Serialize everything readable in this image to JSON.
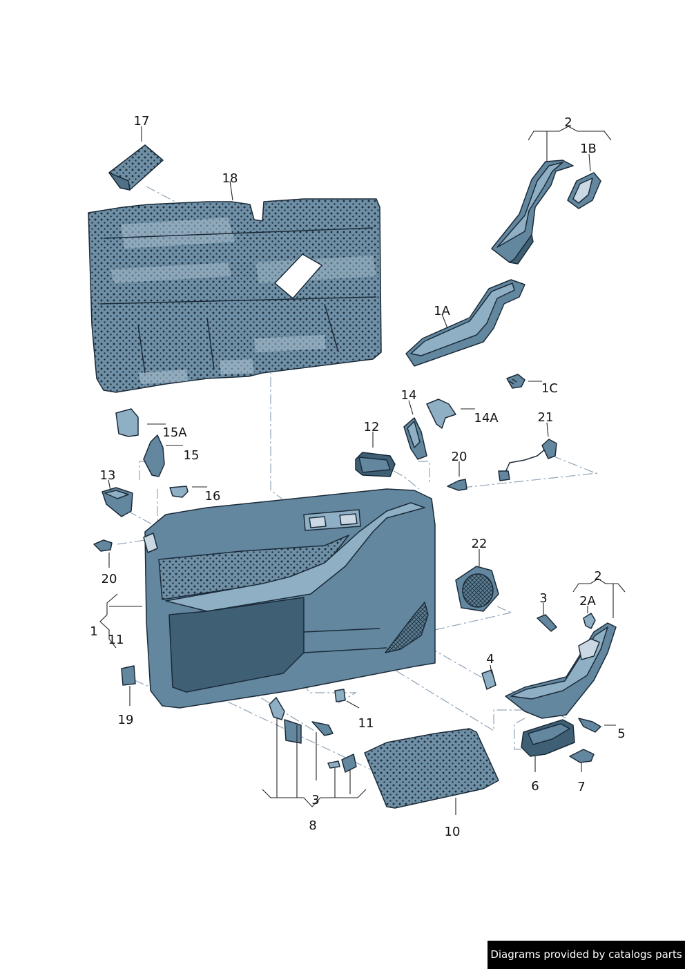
{
  "diagram": {
    "callouts": {
      "c1": "1",
      "c1a": "1A",
      "c1b": "1B",
      "c1c": "1C",
      "c2top": "2",
      "c2right": "2",
      "c2a": "2A",
      "c3right": "3",
      "c3bottom": "3",
      "c4": "4",
      "c5": "5",
      "c6": "6",
      "c7": "7",
      "c8": "8",
      "c10": "10",
      "c11left": "11",
      "c11bottom": "11",
      "c12": "12",
      "c13": "13",
      "c14": "14",
      "c14a": "14A",
      "c15": "15",
      "c15a": "15A",
      "c16": "16",
      "c17": "17",
      "c18": "18",
      "c19": "19",
      "c20top": "20",
      "c20left": "20",
      "c21": "21",
      "c22": "22"
    }
  },
  "watermark": {
    "text": "Diagrams provided by catalogs parts"
  },
  "colors": {
    "part_fill": "#62879f",
    "part_highlight": "#8fb0c4",
    "outline": "#1b2a38",
    "guide_dash": "#8fa3b8"
  }
}
